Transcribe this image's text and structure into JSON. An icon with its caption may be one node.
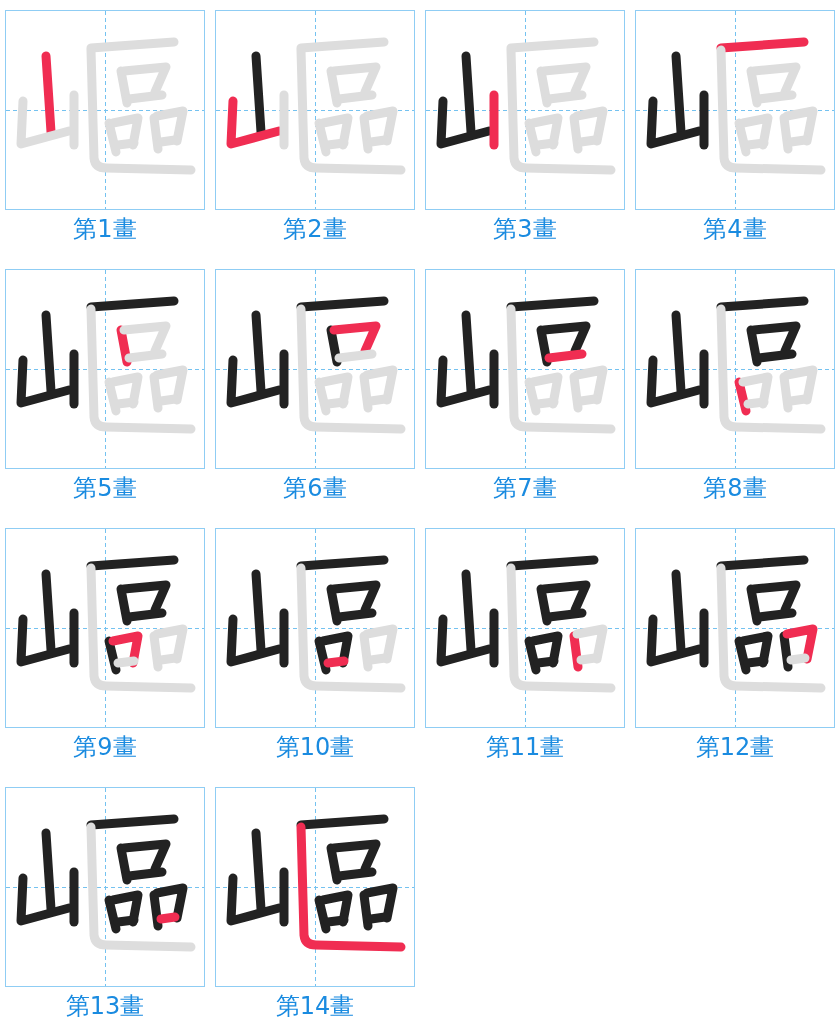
{
  "diagram": {
    "nodes": [
      {
        "text": [],
        "shape": "picture",
        "beside": [
          "第1畫"
        ]
      },
      {
        "text": [],
        "shape": "picture",
        "beside": [
          "第2畫"
        ]
      },
      {
        "text": [],
        "shape": "picture",
        "beside": [
          "第3畫"
        ]
      },
      {
        "text": [],
        "shape": "picture",
        "beside": [
          "第4畫"
        ]
      },
      {
        "text": [],
        "shape": "picture",
        "beside": [
          "第5畫"
        ]
      },
      {
        "text": [],
        "shape": "picture",
        "beside": [
          "第6畫"
        ]
      },
      {
        "text": [],
        "shape": "picture",
        "beside": [
          "第7畫"
        ]
      },
      {
        "text": [],
        "shape": "picture",
        "beside": [
          "第8畫"
        ]
      },
      {
        "text": [],
        "shape": "picture",
        "beside": [
          "第9畫"
        ]
      },
      {
        "text": [],
        "shape": "picture",
        "beside": [
          "第10畫"
        ]
      },
      {
        "text": [],
        "shape": "picture",
        "beside": [
          "第11畫"
        ]
      },
      {
        "text": [],
        "shape": "picture",
        "beside": [
          "第12畫"
        ]
      },
      {
        "text": [],
        "shape": "picture",
        "beside": [
          "第13畫"
        ]
      },
      {
        "text": [],
        "shape": "picture",
        "beside": [
          "第14畫"
        ]
      }
    ]
  }
}
